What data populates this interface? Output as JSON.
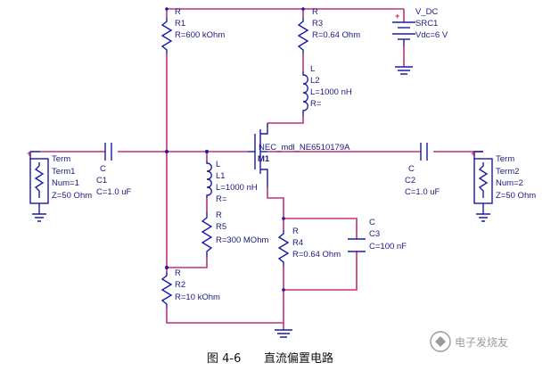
{
  "components": {
    "r1": {
      "type": "R",
      "name": "R1",
      "value": "R=600 kOhm"
    },
    "r3": {
      "type": "R",
      "name": "R3",
      "value": "R=0.64 Ohm"
    },
    "l2": {
      "type": "L",
      "name": "L2",
      "value": "L=1000 nH",
      "value2": "R="
    },
    "src1": {
      "type": "V_DC",
      "name": "SRC1",
      "value": "Vdc=6 V"
    },
    "m1": {
      "model": "NEC_mdl_NE6510179A",
      "name": "M1"
    },
    "c1": {
      "type": "C",
      "name": "C1",
      "value": "C=1.0 uF"
    },
    "l1": {
      "type": "L",
      "name": "L1",
      "value": "L=1000 nH",
      "value2": "R="
    },
    "c2": {
      "type": "C",
      "name": "C2",
      "value": "C=1.0 uF"
    },
    "term1": {
      "type": "Term",
      "name": "Term1",
      "num": "Num=1",
      "z": "Z=50 Ohm"
    },
    "term2": {
      "type": "Term",
      "name": "Term2",
      "num": "Num=2",
      "z": "Z=50 Ohm"
    },
    "r5": {
      "type": "R",
      "name": "R5",
      "value": "R=300 MOhm"
    },
    "r4": {
      "type": "R",
      "name": "R4",
      "value": "R=0.64 Ohm"
    },
    "c3": {
      "type": "C",
      "name": "C3",
      "value": "C=100 nF"
    },
    "r2": {
      "type": "R",
      "name": "R2",
      "value": "R=10 kOhm"
    }
  },
  "caption": {
    "figure": "图 4-6",
    "title": "直流偏置电路"
  },
  "watermark": "电子发烧友",
  "colors": {
    "wire": "#c0307a",
    "component": "#1a1aa8",
    "label": "#1a1a80"
  }
}
